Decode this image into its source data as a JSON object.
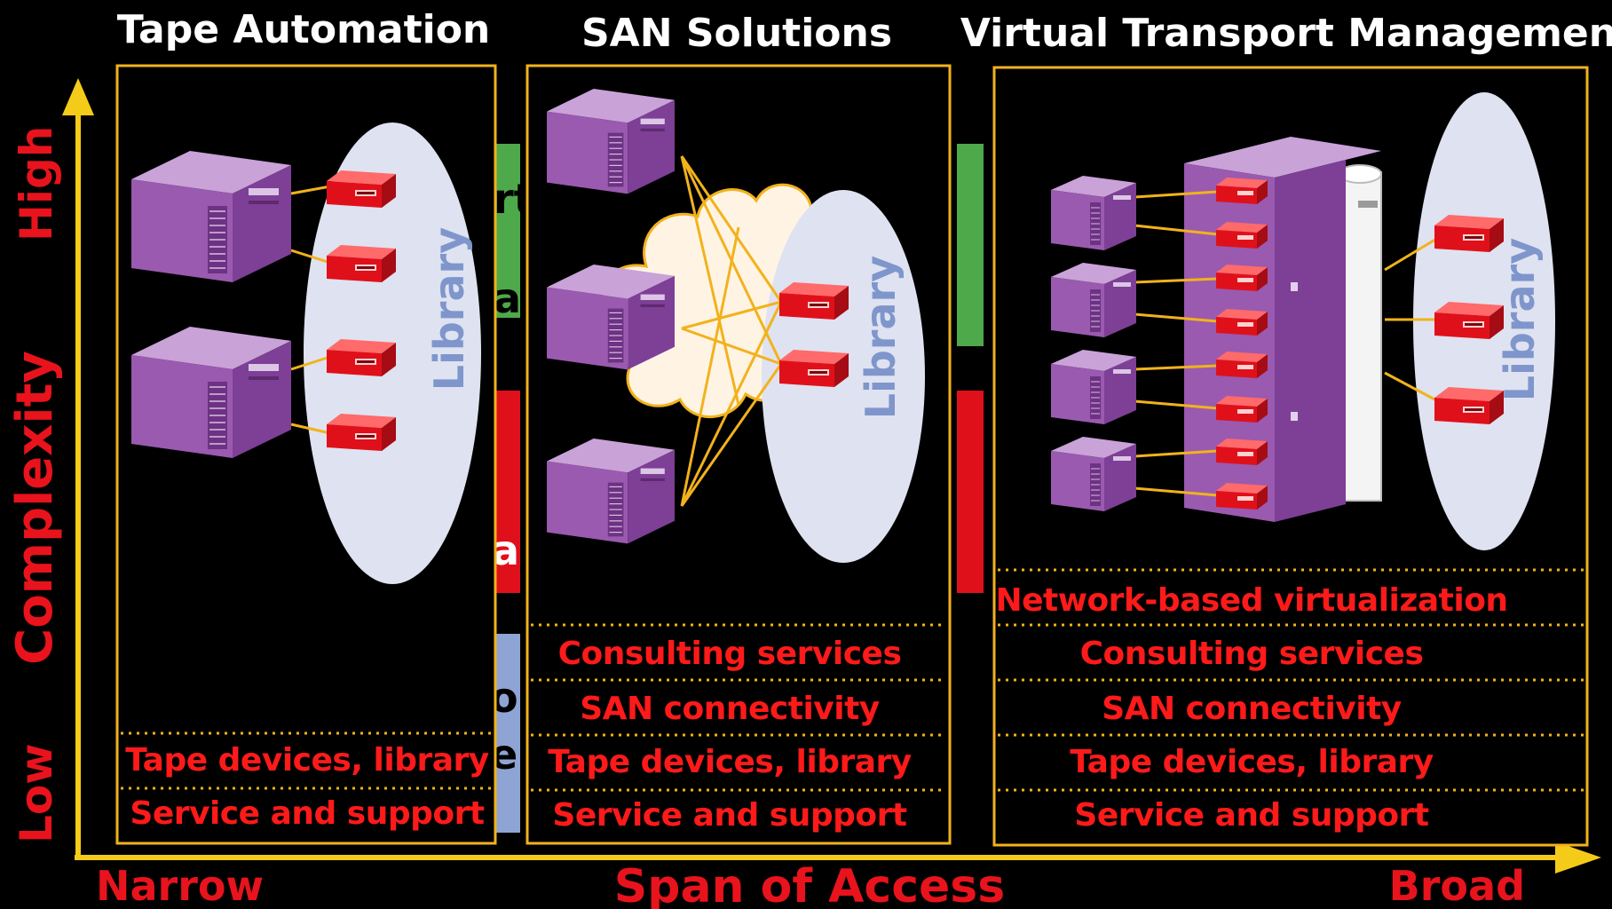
{
  "axes": {
    "y_label": "Complexity",
    "y_high": "High",
    "y_low": "Low",
    "x_label": "Span of Access",
    "x_left": "Narrow",
    "x_right": "Broad"
  },
  "panels": [
    {
      "title": "Tape Automation",
      "library_label": "Library",
      "tiers": [
        "Tape devices, library",
        "Service and support"
      ]
    },
    {
      "title": "SAN Solutions",
      "library_label": "Library",
      "tiers": [
        "Consulting services",
        "SAN connectivity",
        "Tape devices, library",
        "Service and support"
      ]
    },
    {
      "title": "Virtual Transport Management",
      "library_label": "Library",
      "tiers": [
        "Network-based virtualization",
        "Consulting services",
        "SAN connectivity",
        "Tape devices, library",
        "Service and support"
      ]
    }
  ],
  "background_fragments": [
    "rt",
    "a",
    "a",
    "o",
    "e"
  ],
  "colors": {
    "background": "#000000",
    "frame": "#f2b21c",
    "axis_text": "#e8131c",
    "server": "#9a5ab0",
    "tape_drive": "#e0101a",
    "library": "#dfe2f0",
    "library_text": "#7f96cc",
    "tier_text": "#ff1a1a",
    "bar_green": "#4ea94a",
    "bar_red": "#e0101a",
    "bar_blue": "#8ea4d4"
  }
}
